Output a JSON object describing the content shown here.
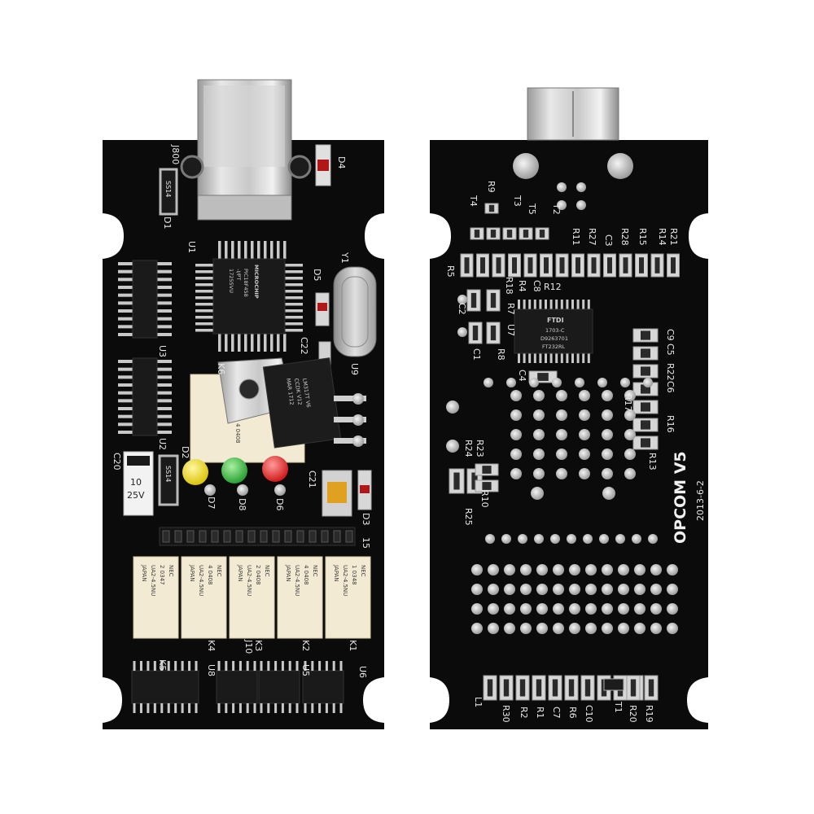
{
  "left_board": {
    "mcu": {
      "brand": "MICROCHIP",
      "lines": [
        "PIC18F458",
        "-I/PT",
        "1725SVU"
      ]
    },
    "regulator": {
      "lines": [
        "LM317T V6",
        "CCDK V12",
        "MAR 1712"
      ]
    },
    "relay_lines": [
      "NEC",
      "UA2-4.5NU",
      "JAPAN"
    ],
    "relay_codes": [
      "2 0347",
      "4 0408",
      "2 0408",
      "4 0408",
      "1 0348"
    ],
    "regulator_relay_code": "4 0408",
    "cap_c20_lines": [
      "10",
      "25V"
    ],
    "designators": {
      "j800": "J800",
      "d4": "D4",
      "d1": "D1",
      "u1": "U1",
      "d5": "D5",
      "y1": "Y1",
      "u3": "U3",
      "c22": "C22",
      "u9": "U9",
      "k6": "K6",
      "u2": "U2",
      "c20": "C20",
      "d2": "D2",
      "d7": "D7",
      "d8": "D8",
      "d6": "D6",
      "c21": "C21",
      "d3": "D3",
      "l15": "15",
      "k5": "K5",
      "k4": "K4",
      "j10": "J10",
      "k3": "K3",
      "k2": "K2",
      "k1": "K1",
      "u6": "U6",
      "u8": "U8",
      "u5": "U5",
      "ss14a": "SS14",
      "ss14b": "SS14"
    }
  },
  "right_board": {
    "ftdi": {
      "brand": "FTDI",
      "lines": [
        "1703-C",
        "D9263701",
        "FT232RL"
      ]
    },
    "title": "OPCOM V5",
    "date": "2013-6-2",
    "designators": {
      "t4": "T4",
      "r9": "R9",
      "t3": "T3",
      "t5": "T5",
      "t2": "T2",
      "r11": "R11",
      "r27": "R27",
      "c3": "C3",
      "r28": "R28",
      "r15": "R15",
      "r14": "R14",
      "r21": "R21",
      "r5": "R5",
      "r18": "R18",
      "c8": "C8",
      "r12": "R12",
      "r4": "R4",
      "c2": "C2",
      "r7": "R7",
      "u7": "U7",
      "c1": "C1",
      "r8": "R8",
      "c4": "C4",
      "c5": "C5",
      "c9": "C9",
      "r22": "R22",
      "c6": "C6",
      "r17": "R17",
      "r16": "R16",
      "r13": "R13",
      "r24": "R24",
      "r23": "R23",
      "r10": "R10",
      "r25": "R25",
      "l1": "L1",
      "r30": "R30",
      "r2": "R2",
      "r1": "R1",
      "c7": "C7",
      "r6": "R6",
      "c10": "C10",
      "t1": "T1",
      "r20": "R20",
      "r19": "R19"
    }
  }
}
